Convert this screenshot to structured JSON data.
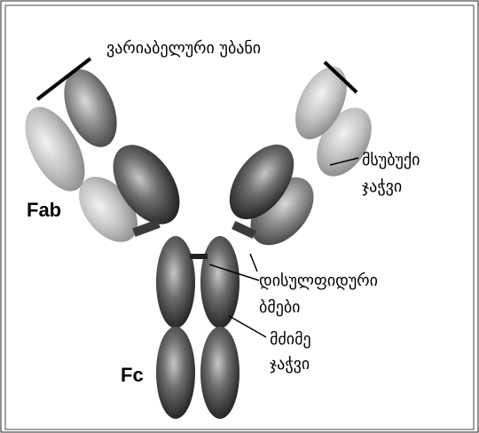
{
  "labels": {
    "variable_region": "ვარიაბელური უბანი",
    "light_chain_line1": "მსუბუქი",
    "light_chain_line2": "ჯაჭვი",
    "fab": "Fab",
    "disulfide_line1": "დისულფიდური",
    "disulfide_line2": "ბმები",
    "heavy_chain_line1": "მძიმე",
    "heavy_chain_line2": "ჯაჭვი",
    "fc": "Fc"
  }
}
